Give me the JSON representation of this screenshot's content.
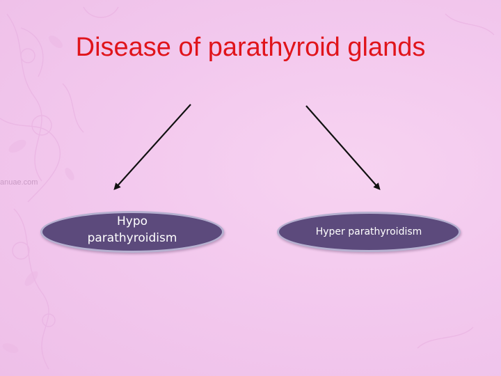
{
  "slide": {
    "title": "Disease of parathyroid glands",
    "watermark": "anuae.com",
    "title_color": "#e0141b",
    "background_color": "#f3c9ee"
  },
  "nodes": [
    {
      "label": "Hypo parathyroidism",
      "fill": "#5c4a7c",
      "border": "#b6b0d0"
    },
    {
      "label": "Hyper parathyroidism",
      "fill": "#5c4a7c",
      "border": "#b6b0d0"
    }
  ]
}
